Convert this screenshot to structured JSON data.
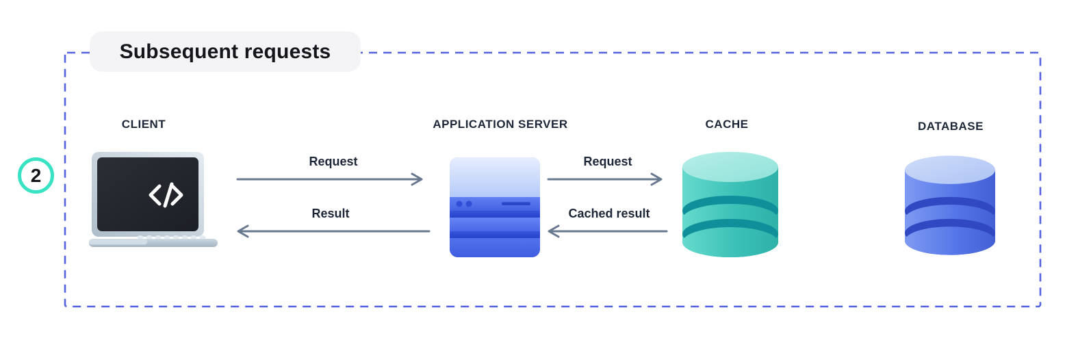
{
  "diagram": {
    "title": "Subsequent requests",
    "step_badge": "2",
    "border_color": "#5562e0",
    "badge_ring_color": "#3ae2c4",
    "arrow_color": "#68798f",
    "label_color": "#1d2637"
  },
  "nodes": {
    "client": {
      "label": "CLIENT",
      "icon": "laptop-code-icon"
    },
    "app_server": {
      "label": "APPLICATION SERVER",
      "icon": "server-icon",
      "accent": "#4566e4"
    },
    "cache": {
      "label": "CACHE",
      "icon": "cache-cylinder-icon",
      "accent": "#3ec2b8"
    },
    "database": {
      "label": "DATABASE",
      "icon": "database-cylinder-icon",
      "accent": "#5677e8"
    }
  },
  "flows": [
    {
      "label": "Request",
      "from": "client",
      "to": "app_server",
      "direction": "right"
    },
    {
      "label": "Result",
      "from": "app_server",
      "to": "client",
      "direction": "left"
    },
    {
      "label": "Request",
      "from": "app_server",
      "to": "cache",
      "direction": "right"
    },
    {
      "label": "Cached result",
      "from": "cache",
      "to": "app_server",
      "direction": "left"
    }
  ]
}
